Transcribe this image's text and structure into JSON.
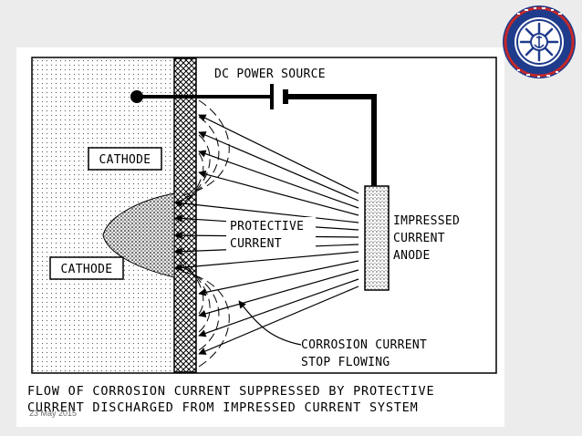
{
  "labels": {
    "power_source": "DC POWER SOURCE",
    "cathode_top": "CATHODE",
    "cathode_bottom": "CATHODE",
    "protective_line1": "PROTECTIVE",
    "protective_line2": "CURRENT",
    "anode_line1": "IMPRESSED",
    "anode_line2": "CURRENT",
    "anode_line3": "ANODE",
    "corrosion_line1": "CORROSION CURRENT",
    "corrosion_line2": "STOP FLOWING"
  },
  "caption": {
    "line1": "FLOW OF CORROSION CURRENT SUPPRESSED BY PROTECTIVE",
    "line2": "CURRENT DISCHARGED FROM IMPRESSED CURRENT SYSTEM"
  },
  "footer": {
    "date": "23 May 2015"
  },
  "colors": {
    "logo_blue": "#1f3b8c",
    "logo_red": "#c62828"
  },
  "icons": {
    "logo": "university-seal-icon"
  }
}
